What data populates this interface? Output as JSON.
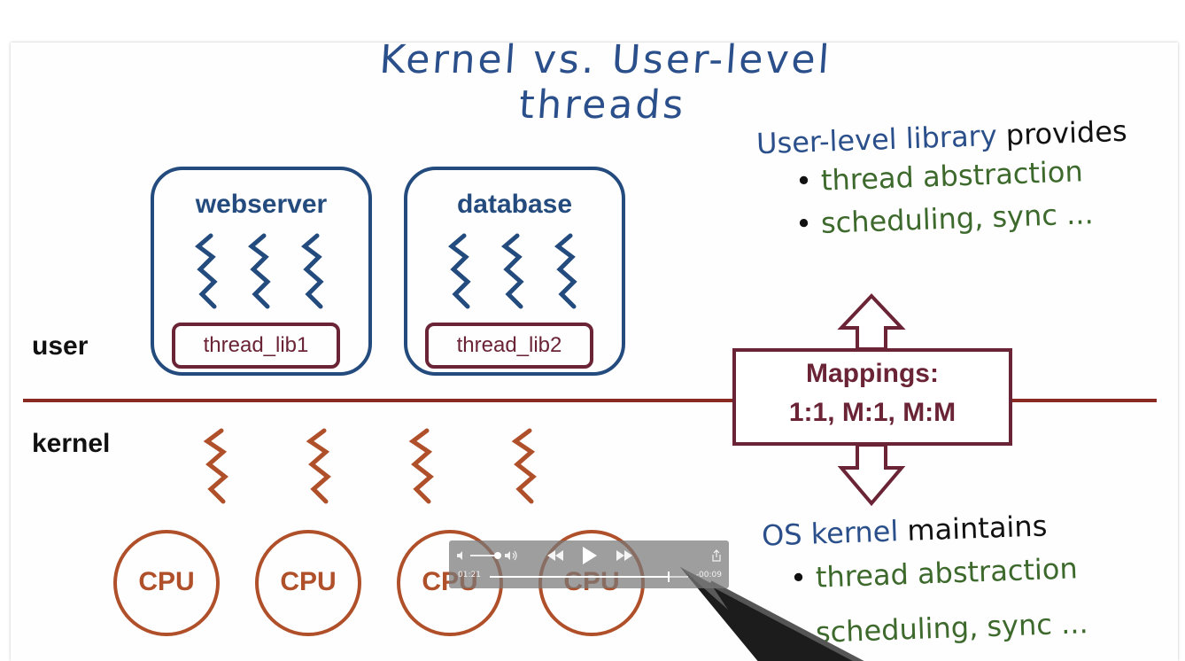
{
  "slide": {
    "title": "Kernel vs. User-level threads",
    "user_label": "user",
    "kernel_label": "kernel",
    "processes": [
      {
        "name": "webserver",
        "library": "thread_lib1"
      },
      {
        "name": "database",
        "library": "thread_lib2"
      }
    ],
    "mappings": {
      "title": "Mappings:",
      "values": "1:1, M:1, M:M"
    },
    "cpus": [
      "CPU",
      "CPU",
      "CPU",
      "CPU"
    ],
    "user_notes": {
      "heading_colored": "User-level library",
      "heading_plain": "provides",
      "items": [
        "thread abstraction",
        "scheduling, sync ..."
      ]
    },
    "kernel_notes": {
      "heading_colored": "OS kernel",
      "heading_plain": "maintains",
      "items": [
        "thread abstraction",
        "scheduling, sync ..."
      ]
    }
  },
  "player": {
    "current_time": "01:21",
    "remaining_time": "-00:09",
    "progress_fraction": 0.9,
    "volume_fraction": 0.8
  },
  "colors": {
    "blue": "#244b7e",
    "maroon": "#6b2436",
    "rust": "#b0502a",
    "green": "#3d6a2c"
  }
}
